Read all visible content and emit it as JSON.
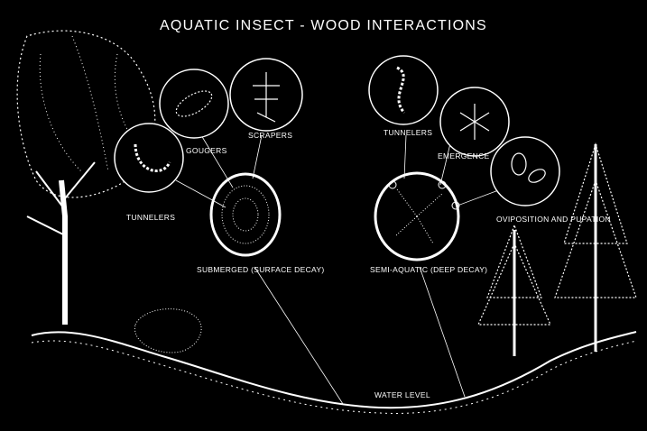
{
  "title": "AQUATIC INSECT - WOOD INTERACTIONS",
  "left_log": {
    "caption": "SUBMERGED (SURFACE DECAY)",
    "groups": [
      "TUNNELERS",
      "GOUGERS",
      "SCRAPERS"
    ]
  },
  "right_log": {
    "caption": "SEMI-AQUATIC (DEEP DECAY)",
    "groups": [
      "TUNNELERS",
      "EMERGENCE",
      "OVIPOSITION AND PUPATION"
    ]
  },
  "ground": {
    "label": "WATER LEVEL"
  },
  "colors": {
    "background": "#000000",
    "ink": "#ffffff"
  }
}
